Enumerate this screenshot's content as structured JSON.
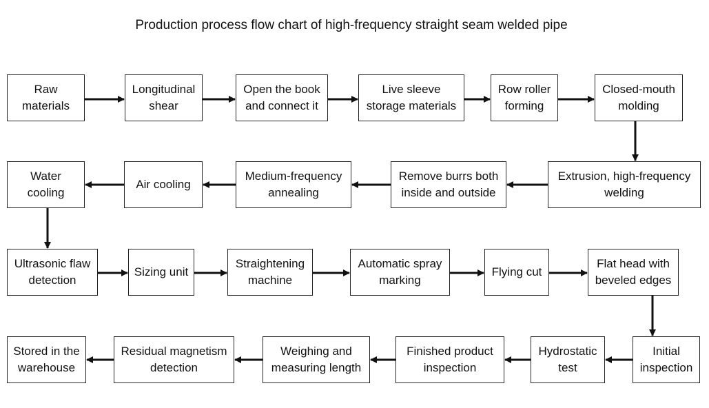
{
  "title": "Production process flow chart of high-frequency straight seam welded pipe",
  "steps": {
    "raw_materials": "Raw\nmaterials",
    "longitudinal_shear": "Longitudinal\nshear",
    "open_book": "Open the book\nand connect it",
    "live_sleeve": "Live sleeve\nstorage materials",
    "row_roller": "Row roller\nforming",
    "closed_mouth": "Closed-mouth\nmolding",
    "extrusion_welding": "Extrusion, high-frequency\nwelding",
    "remove_burrs": "Remove burrs both\ninside and outside",
    "medium_frequency_annealing": "Medium-frequency\nannealing",
    "air_cooling": "Air cooling",
    "water_cooling": "Water\ncooling",
    "ultrasonic_flaw": "Ultrasonic flaw\ndetection",
    "sizing_unit": "Sizing unit",
    "straightening_machine": "Straightening\nmachine",
    "automatic_spray_marking": "Automatic spray\nmarking",
    "flying_cut": "Flying cut",
    "flat_head": "Flat head with\nbeveled edges",
    "initial_inspection": "Initial\ninspection",
    "hydrostatic_test": "Hydrostatic\ntest",
    "finished_product_inspection": "Finished product\ninspection",
    "weighing_measuring": "Weighing and\nmeasuring length",
    "residual_magnetism": "Residual magnetism\ndetection",
    "stored_warehouse": "Stored in the\nwarehouse"
  }
}
